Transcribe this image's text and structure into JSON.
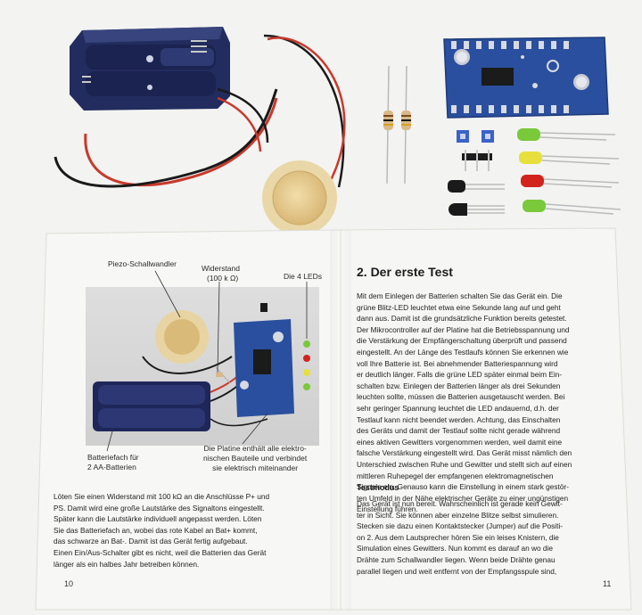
{
  "left_page": {
    "captions": {
      "piezo": "Piezo-Schallwandler",
      "resistor_line1": "Widerstand",
      "resistor_line2": "(100 k Ω)",
      "leds": "Die 4 LEDs",
      "battery_line1": "Batteriefach für",
      "battery_line2": "2 AA-Batterien",
      "board_line1": "Die Platine enthält alle elektro-",
      "board_line2": "nischen Bauteile und verbindet",
      "board_line3": "sie elektrisch miteinander"
    },
    "body_lines": [
      "Löten Sie einen Widerstand mit 100 kΩ an die Anschlüsse P+ und",
      "PS. Damit wird eine große Lautstärke des Signaltons eingestellt.",
      "Später kann die Lautstärke individuell angepasst werden. Löten",
      "Sie das Batteriefach an, wobei das rote Kabel an Bat+ kommt,",
      "das schwarze an Bat-. Damit ist das Gerät fertig aufgebaut.",
      "Einen Ein/Aus-Schalter gibt es nicht, weil die Batterien das Gerät",
      "länger als ein halbes Jahr betreiben können."
    ],
    "page_number": "10"
  },
  "right_page": {
    "heading": "2. Der erste Test",
    "body_lines": [
      "Mit dem Einlegen der Batterien schalten Sie das Gerät ein. Die",
      "grüne Blitz-LED leuchtet etwa eine Sekunde lang auf und geht",
      "dann aus. Damit ist die grundsätzliche Funktion bereits getestet.",
      "Der Mikrocontroller auf der Platine hat die Betriebsspannung und",
      "die Verstärkung der Empfängerschaltung überprüft und passend",
      "eingestellt. An der Länge des Testlaufs können Sie erkennen wie",
      "voll Ihre Batterie ist. Bei abnehmender Batteriespannung wird",
      "er deutlich länger. Falls die grüne LED später einmal beim Ein-",
      "schalten bzw. Einlegen der Batterien länger als drei Sekunden",
      "leuchten sollte, müssen die Batterien ausgetauscht werden. Bei",
      "sehr geringer Spannung leuchtet die LED andauernd, d.h. der",
      "Testlauf kann nicht beendet werden. Achtung, das Einschalten",
      "des Geräts und damit der Testlauf sollte nicht gerade während",
      "eines aktiven Gewitters vorgenommen werden, weil damit eine",
      "falsche Verstärkung eingestellt wird. Das Gerät misst nämlich den",
      "Unterschied zwischen Ruhe und Gewitter und stellt sich auf einen",
      "mittleren Ruhepegel der empfangenen elektromagnetischen",
      "Signale ein. Genauso kann die Einstellung in einem stark gestör-",
      "ten Umfeld in der Nähe elektrischer Geräte zu einer ungünstigen",
      "Einstellung führen."
    ],
    "subheading": "Testmodus",
    "body2_lines": [
      "Das Gerät ist nun bereit. Wahrscheinlich ist gerade kein Gewit-",
      "ter in Sicht. Sie können aber einzelne Blitze selbst simulieren.",
      "Stecken sie dazu einen Kontaktstecker (Jumper) auf die Positi-",
      "on 2. Aus dem Lautsprecher hören Sie ein leises Knistern, die",
      "Simulation eines Gewitters. Nun kommt es darauf an wo die",
      "Drähte zum Schallwandler liegen. Wenn beide Drähte genau",
      "parallel liegen und weit entfernt von der Empfangsspule sind,"
    ],
    "page_number": "11"
  },
  "colors": {
    "pcb_blue": "#2a4f9e",
    "battery_holder": "#252f63",
    "wire_red": "#c8392c",
    "wire_black": "#1a1a1a",
    "led_green": "#79c93a",
    "led_yellow": "#e7e03c",
    "led_red": "#d3231d",
    "piezo_brass": "#e3c98a"
  }
}
